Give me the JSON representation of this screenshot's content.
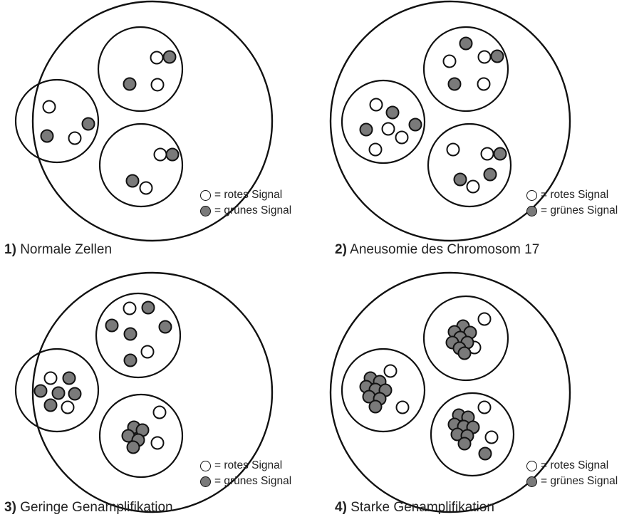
{
  "panels": [
    {
      "number": "1)",
      "title": "Normale Zellen",
      "legend": {
        "red_label": "= rotes Signal",
        "green_label": "= grünes Signal"
      }
    },
    {
      "number": "2)",
      "title": "Aneusomie des Chromosom 17",
      "legend": {
        "red_label": "= rotes Signal",
        "green_label": "= grünes Signal"
      }
    },
    {
      "number": "3)",
      "title": "Geringe Genamplifikation",
      "legend": {
        "red_label": "= rotes Signal",
        "green_label": "= grünes Signal"
      }
    },
    {
      "number": "4)",
      "title": "Starke Genamplifikation",
      "legend": {
        "red_label": "= rotes Signal",
        "green_label": "= grünes Signal"
      }
    }
  ],
  "colors": {
    "outline": "#111111",
    "red_signal_fill": "#ffffff",
    "green_signal_fill": "#7a7a7a"
  }
}
